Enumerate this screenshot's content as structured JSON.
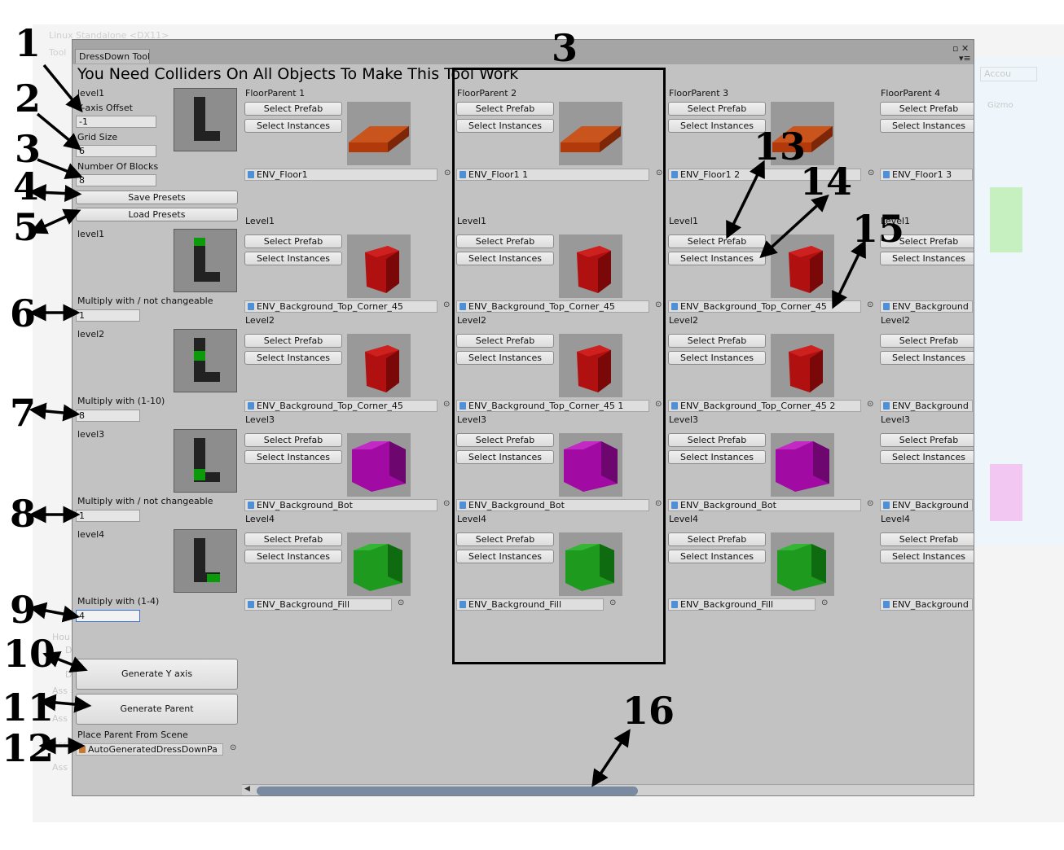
{
  "background": {
    "platform_label": "Linux Standalone <DX11>",
    "tools_label": "Tool",
    "account_label": "Accou",
    "gizmos_label": "Gizmo",
    "side_labels": [
      "Hou",
      "D",
      "D",
      "Ass",
      "Ass",
      "Ass",
      "Ass"
    ]
  },
  "window": {
    "tab_label": "DressDown Tool",
    "warning": "You Need Colliders On All Objects To Make This Tool Work"
  },
  "settings": {
    "level1_label": "level1",
    "y_offset_label": "Y-axis Offset",
    "y_offset_value": "-1",
    "grid_size_label": "Grid Size",
    "grid_size_value": "6",
    "num_blocks_label": "Number Of Blocks",
    "num_blocks_value": "8",
    "save_presets": "Save Presets",
    "load_presets": "Load Presets",
    "levels": [
      {
        "label": "level1",
        "mult_label": "Multiply with / not changeable",
        "mult_value": "1",
        "bar": "top"
      },
      {
        "label": "level2",
        "mult_label": "Multiply with (1-10)",
        "mult_value": "8",
        "bar": "middle"
      },
      {
        "label": "level3",
        "mult_label": "Multiply with / not changeable",
        "mult_value": "1",
        "bar": "bottom"
      },
      {
        "label": "level4",
        "mult_label": "Multiply with (1-4)",
        "mult_value": "4",
        "bar": "foot"
      }
    ],
    "generate_y": "Generate Y axis",
    "generate_parent": "Generate Parent",
    "place_parent_label": "Place Parent From Scene",
    "place_parent_value": "AutoGeneratedDressDownPa"
  },
  "buttons": {
    "select_prefab": "Select Prefab",
    "select_instances": "Select Instances"
  },
  "columns": [
    {
      "header": "FloorParent 1",
      "floor": "ENV_Floor1",
      "rows": [
        {
          "label": "Level1",
          "object": "ENV_Background_Top_Corner_45",
          "color": "red"
        },
        {
          "label": "Level2",
          "object": "ENV_Background_Top_Corner_45",
          "color": "red"
        },
        {
          "label": "Level3",
          "object": "ENV_Background_Bot",
          "color": "magenta"
        },
        {
          "label": "Level4",
          "object": "ENV_Background_Fill",
          "color": "green"
        }
      ]
    },
    {
      "header": "FloorParent 2",
      "floor": "ENV_Floor1 1",
      "rows": [
        {
          "label": "Level1",
          "object": "ENV_Background_Top_Corner_45",
          "color": "red"
        },
        {
          "label": "Level2",
          "object": "ENV_Background_Top_Corner_45 1",
          "color": "red"
        },
        {
          "label": "Level3",
          "object": "ENV_Background_Bot",
          "color": "magenta"
        },
        {
          "label": "Level4",
          "object": "ENV_Background_Fill",
          "color": "green"
        }
      ]
    },
    {
      "header": "FloorParent 3",
      "floor": "ENV_Floor1 2",
      "rows": [
        {
          "label": "Level1",
          "object": "ENV_Background_Top_Corner_45",
          "color": "red"
        },
        {
          "label": "Level2",
          "object": "ENV_Background_Top_Corner_45 2",
          "color": "red"
        },
        {
          "label": "Level3",
          "object": "ENV_Background_Bot",
          "color": "magenta"
        },
        {
          "label": "Level4",
          "object": "ENV_Background_Fill",
          "color": "green"
        }
      ]
    },
    {
      "header": "FloorParent 4",
      "floor": "ENV_Floor1 3",
      "rows": [
        {
          "label": "Level1",
          "object": "ENV_Background",
          "color": "red"
        },
        {
          "label": "Level2",
          "object": "ENV_Background",
          "color": "red"
        },
        {
          "label": "Level3",
          "object": "ENV_Background",
          "color": "magenta"
        },
        {
          "label": "Level4",
          "object": "ENV_Background",
          "color": "green"
        }
      ]
    }
  ],
  "colors": {
    "floor": "#b23a0a",
    "red": "#b01010",
    "magenta": "#a10aa3",
    "green": "#1e9a1e",
    "indicator_dark": "#222222",
    "indicator_green": "#0a9a0a"
  },
  "annotations": {
    "n1": "1",
    "n2": "2",
    "n3": "3",
    "n4": "4",
    "n5": "5",
    "n6": "6",
    "n7": "7",
    "n8": "8",
    "n9": "9",
    "n10": "10",
    "n11": "11",
    "n12": "12",
    "n3_top": "3",
    "n13": "13",
    "n14": "14",
    "n15": "15",
    "n16": "16"
  }
}
